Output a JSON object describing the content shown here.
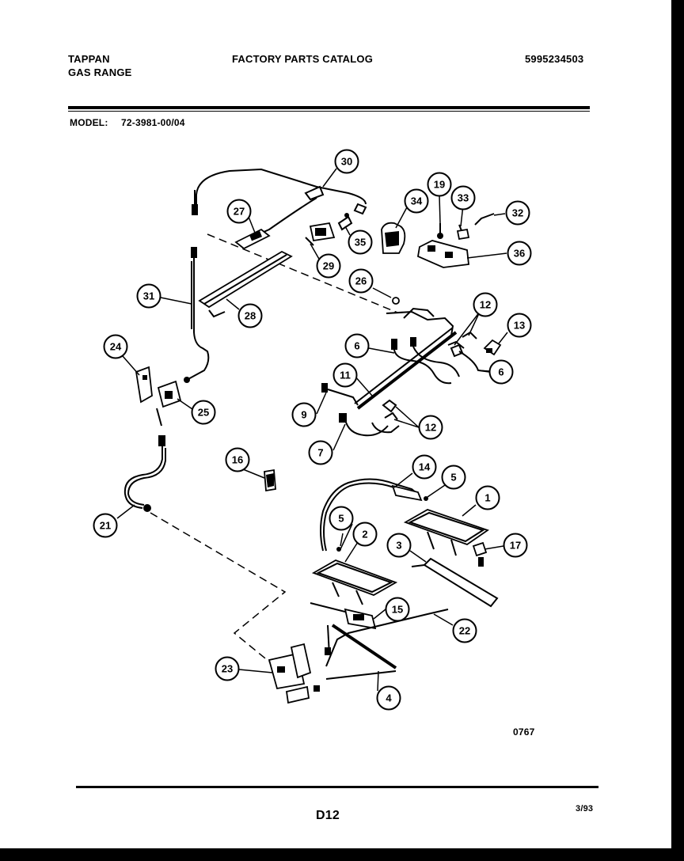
{
  "header": {
    "brand": "TAPPAN",
    "product": "GAS RANGE",
    "catalog_title": "FACTORY PARTS CATALOG",
    "catalog_number": "5995234503",
    "model_label": "MODEL:",
    "model_number": "72-3981-00/04"
  },
  "diagram": {
    "figure_code": "0767",
    "callouts": {
      "c1": "1",
      "c2": "2",
      "c3": "3",
      "c4": "4",
      "c5a": "5",
      "c5b": "5",
      "c6a": "6",
      "c6b": "6",
      "c7": "7",
      "c9": "9",
      "c11": "11",
      "c12a": "12",
      "c12b": "12",
      "c13": "13",
      "c14": "14",
      "c15": "15",
      "c16": "16",
      "c17": "17",
      "c19": "19",
      "c21": "21",
      "c22": "22",
      "c23": "23",
      "c24": "24",
      "c25": "25",
      "c26": "26",
      "c27": "27",
      "c28": "28",
      "c29": "29",
      "c30": "30",
      "c31": "31",
      "c32": "32",
      "c33": "33",
      "c34": "34",
      "c35": "35",
      "c36": "36"
    }
  },
  "footer": {
    "page_code": "D12",
    "date": "3/93"
  }
}
